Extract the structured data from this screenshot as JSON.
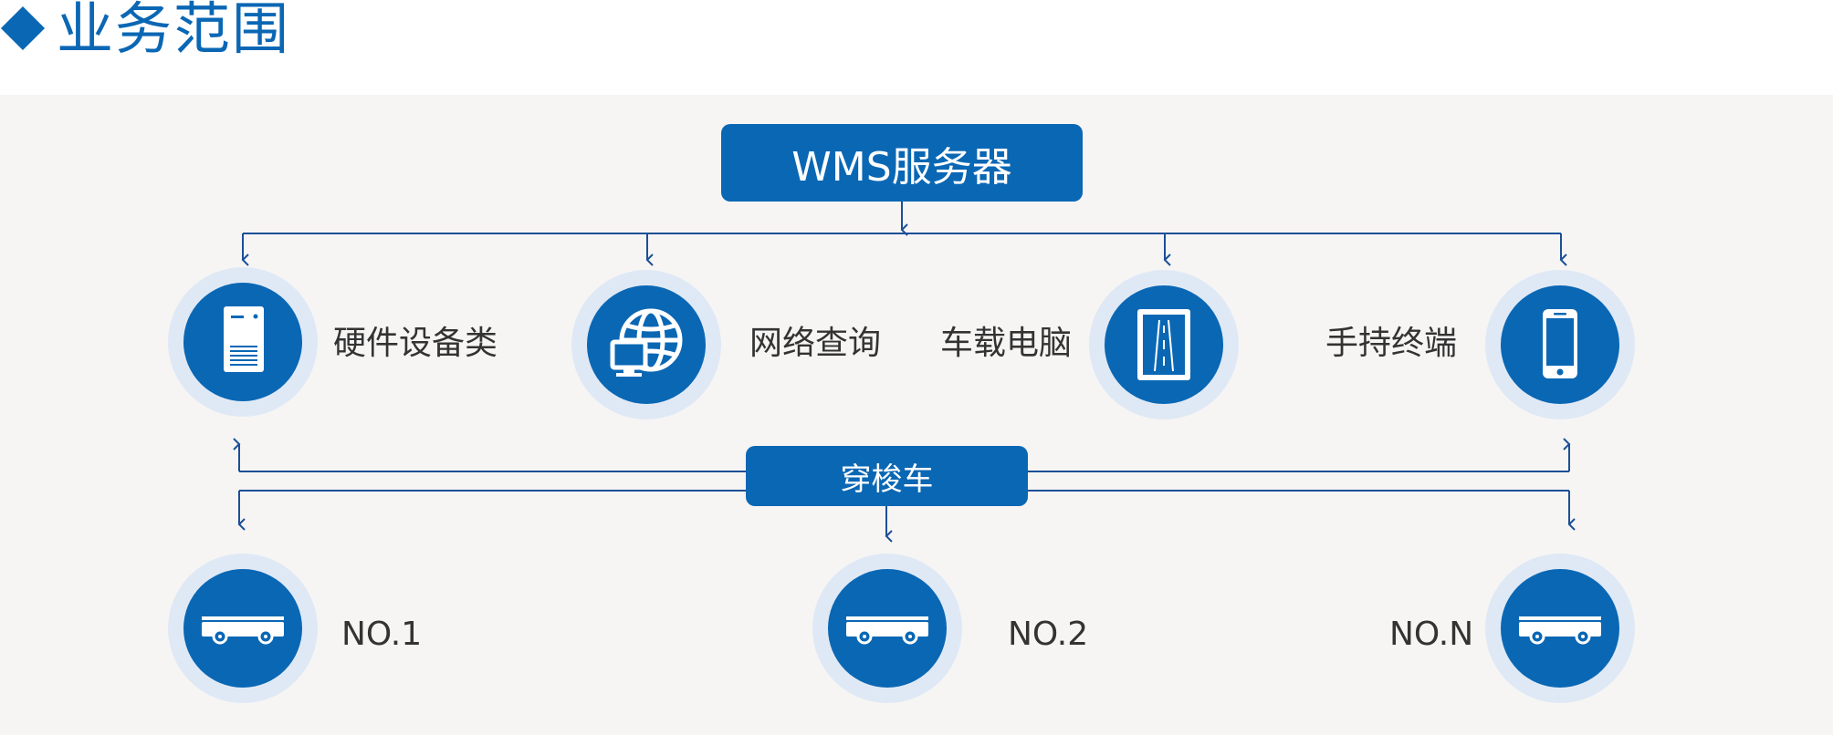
{
  "header": {
    "title": "业务范围"
  },
  "diagram": {
    "server_label": "WMS服务器",
    "shuttle_label": "穿梭车",
    "top_nodes": [
      {
        "label": "硬件设备类",
        "icon": "server-tower-icon"
      },
      {
        "label": "网络查询",
        "icon": "globe-monitor-icon"
      },
      {
        "label": "车载电脑",
        "icon": "tablet-icon"
      },
      {
        "label": "手持终端",
        "icon": "smartphone-icon"
      }
    ],
    "bottom_nodes": [
      {
        "label": "NO.1",
        "icon": "shuttle-cart-icon"
      },
      {
        "label": "NO.2",
        "icon": "shuttle-cart-icon"
      },
      {
        "label": "NO.N",
        "icon": "shuttle-cart-icon"
      }
    ]
  },
  "colors": {
    "accent": "#0a67b4",
    "ring": "#dfe9f5",
    "panel": "#f6f5f4",
    "connector": "#1c4f97",
    "label_text": "#333333"
  }
}
